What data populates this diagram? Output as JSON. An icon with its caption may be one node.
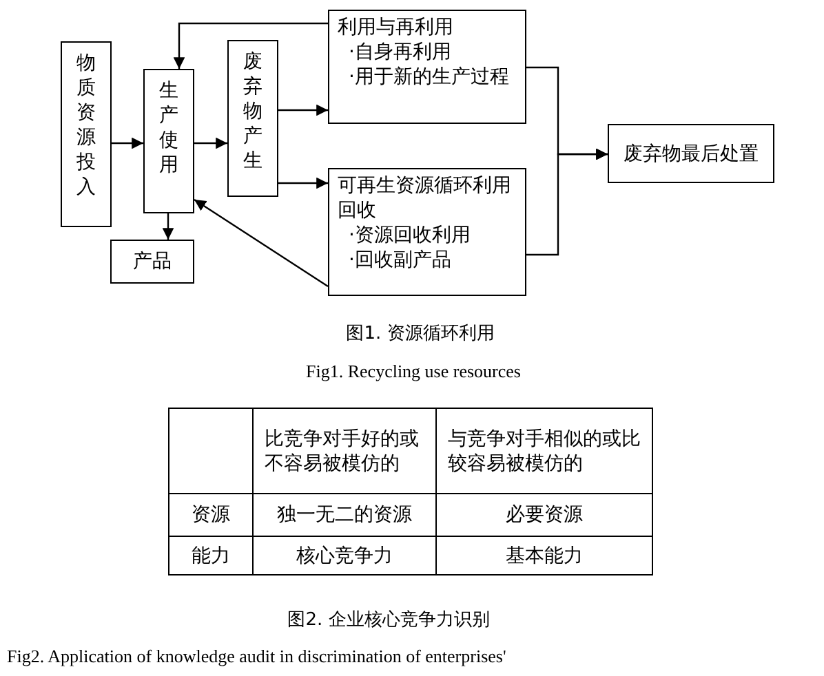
{
  "diagram": {
    "nodes": [
      {
        "text": [
          "物质资源投入"
        ]
      },
      {
        "text": [
          "生产使用"
        ]
      },
      {
        "text": [
          "废弃物产生"
        ]
      },
      {
        "text": [
          "利用与再利用",
          "·自身再利用",
          "·用于新的生产过程"
        ]
      },
      {
        "text": [
          "可再生资源循环利用回收",
          "·资源回收利用",
          "·回收副产品"
        ]
      },
      {
        "text": [
          "废弃物最后处置"
        ]
      },
      {
        "text": [
          "产品"
        ]
      }
    ],
    "edges": [
      {
        "from": 0,
        "to": 1,
        "arrow": "to"
      },
      {
        "from": 1,
        "to": 2,
        "arrow": "to"
      },
      {
        "from": 2,
        "to": 3,
        "arrow": "to"
      },
      {
        "from": 2,
        "to": 4,
        "arrow": "to"
      },
      {
        "from": 3,
        "to": 1,
        "arrow": "to"
      },
      {
        "from": 4,
        "to": 1,
        "arrow": "to"
      },
      {
        "from": 1,
        "to": 6,
        "arrow": "to"
      },
      {
        "from": 3,
        "to": 5,
        "arrow": "to"
      },
      {
        "from": 4,
        "to": 5,
        "arrow": "to"
      }
    ],
    "labels": [
      "图1. 资源循环利用",
      "Fig1. Recycling use resources",
      "比竞争对手好的或不容易被模仿的",
      "与竞争对手相似的或比较容易被模仿的",
      "资源",
      "独一无二的资源",
      "必要资源",
      "能力",
      "核心竞争力",
      "基本能力",
      "图2. 企业核心竞争力识别",
      "Fig2. Application of knowledge audit in discrimination of enterprises'"
    ]
  }
}
